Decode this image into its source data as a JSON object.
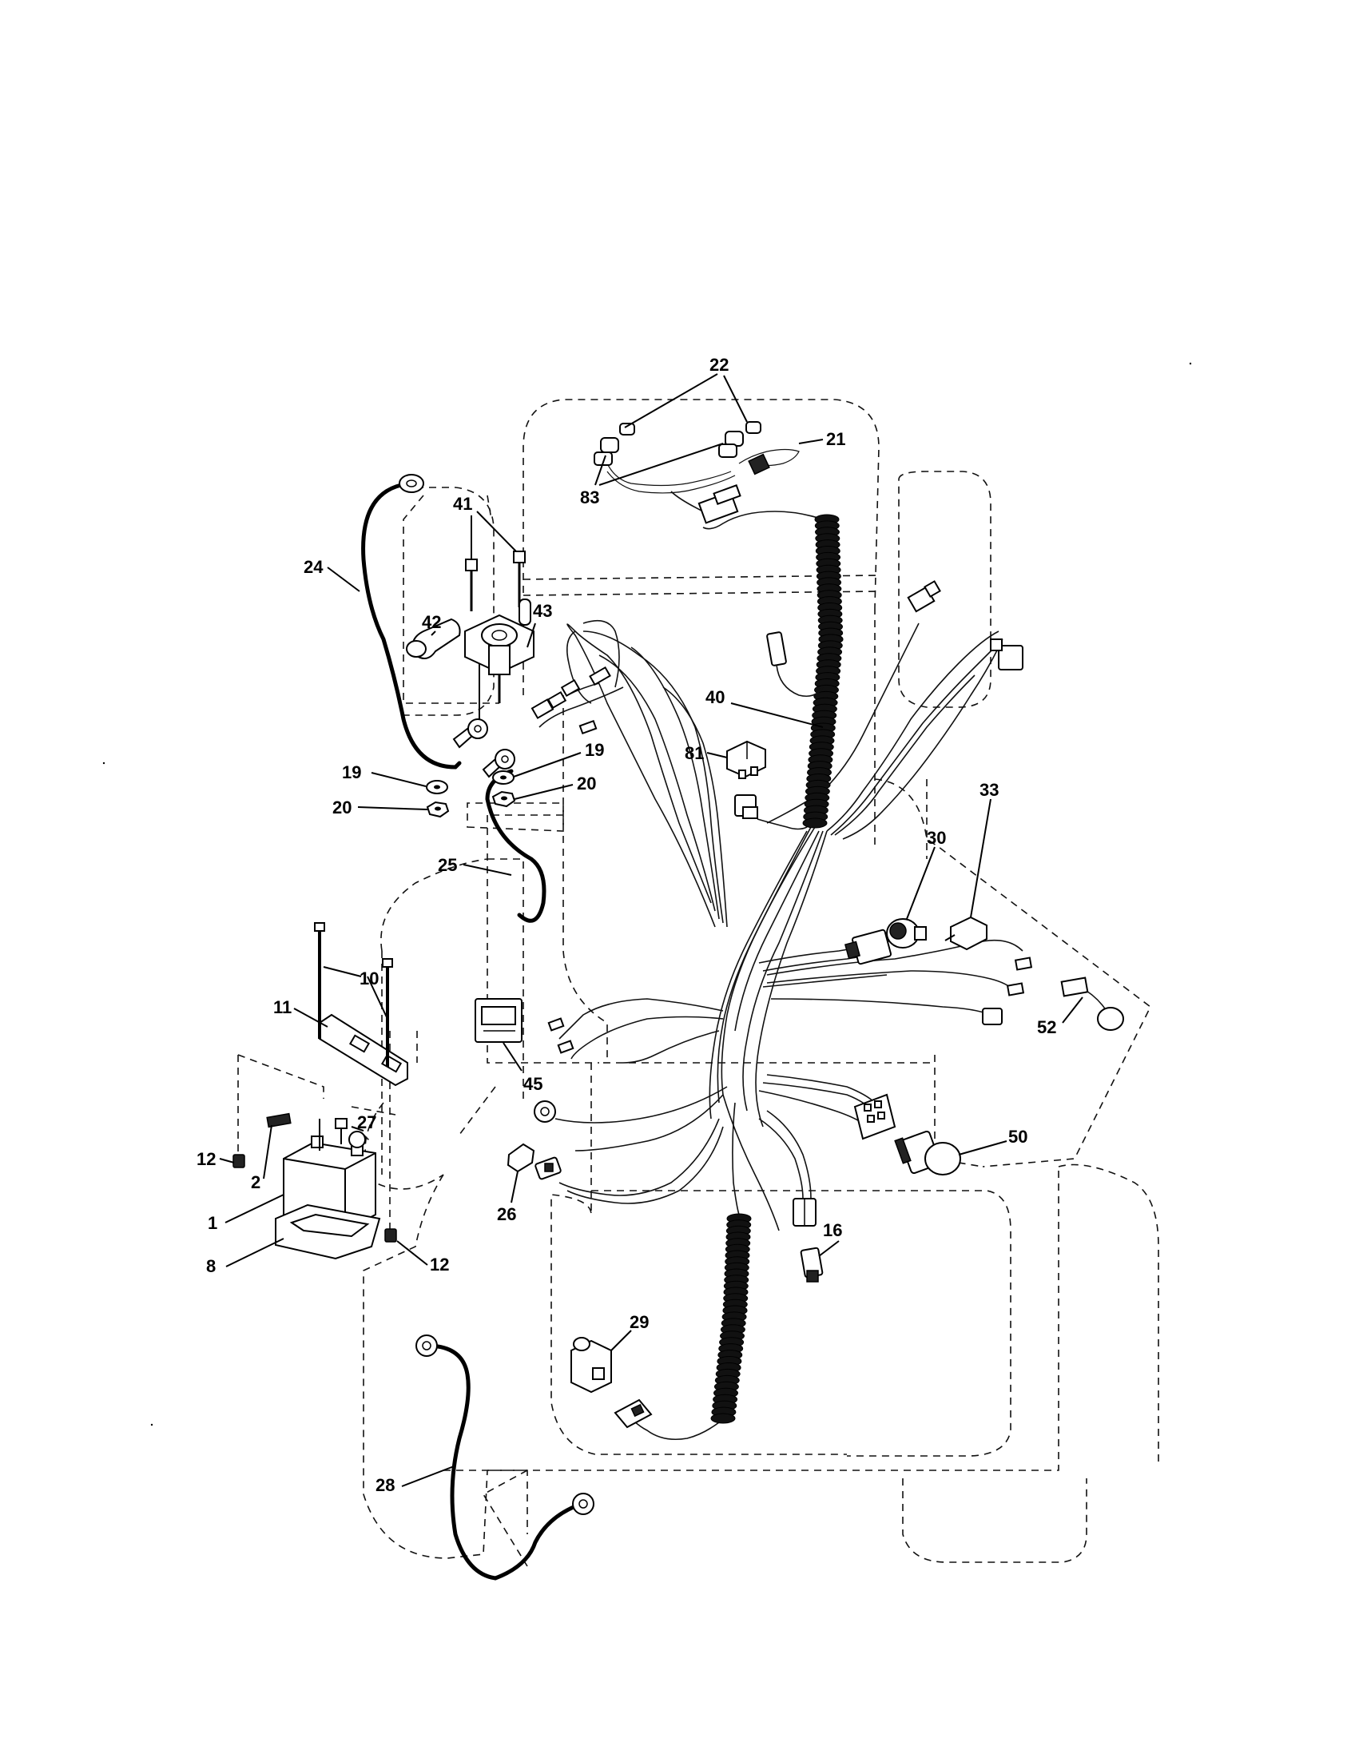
{
  "callouts": {
    "c1": "1",
    "c2": "2",
    "c8": "8",
    "c10": "10",
    "c11": "11",
    "c12a": "12",
    "c12b": "12",
    "c16": "16",
    "c19a": "19",
    "c19b": "19",
    "c20a": "20",
    "c20b": "20",
    "c21": "21",
    "c22": "22",
    "c24": "24",
    "c25": "25",
    "c26": "26",
    "c27": "27",
    "c28": "28",
    "c29": "29",
    "c30": "30",
    "c33": "33",
    "c40": "40",
    "c41": "41",
    "c42": "42",
    "c43": "43",
    "c45": "45",
    "c50": "50",
    "c52": "52",
    "c81": "81",
    "c83": "83"
  }
}
